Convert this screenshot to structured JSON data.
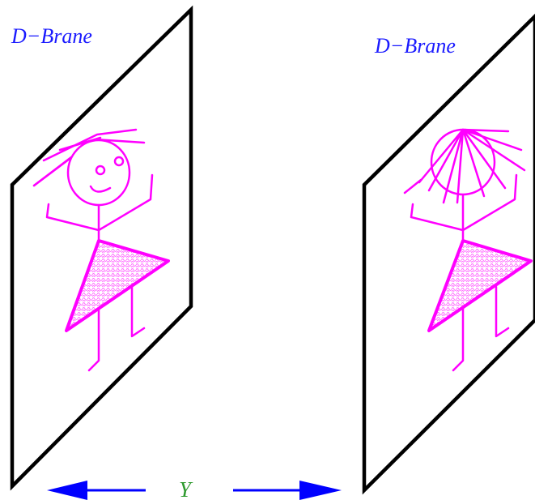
{
  "labels": {
    "left_brane": "D−Brane",
    "right_brane": "D−Brane",
    "separation": "Y"
  },
  "colors": {
    "brane_edge": "#000000",
    "brane_label": "#1a1aff",
    "figure": "#ff00ff",
    "skirt_pattern": "#ffa8ff",
    "arrow": "#0000ff",
    "separation_label": "#2e9a2e"
  }
}
